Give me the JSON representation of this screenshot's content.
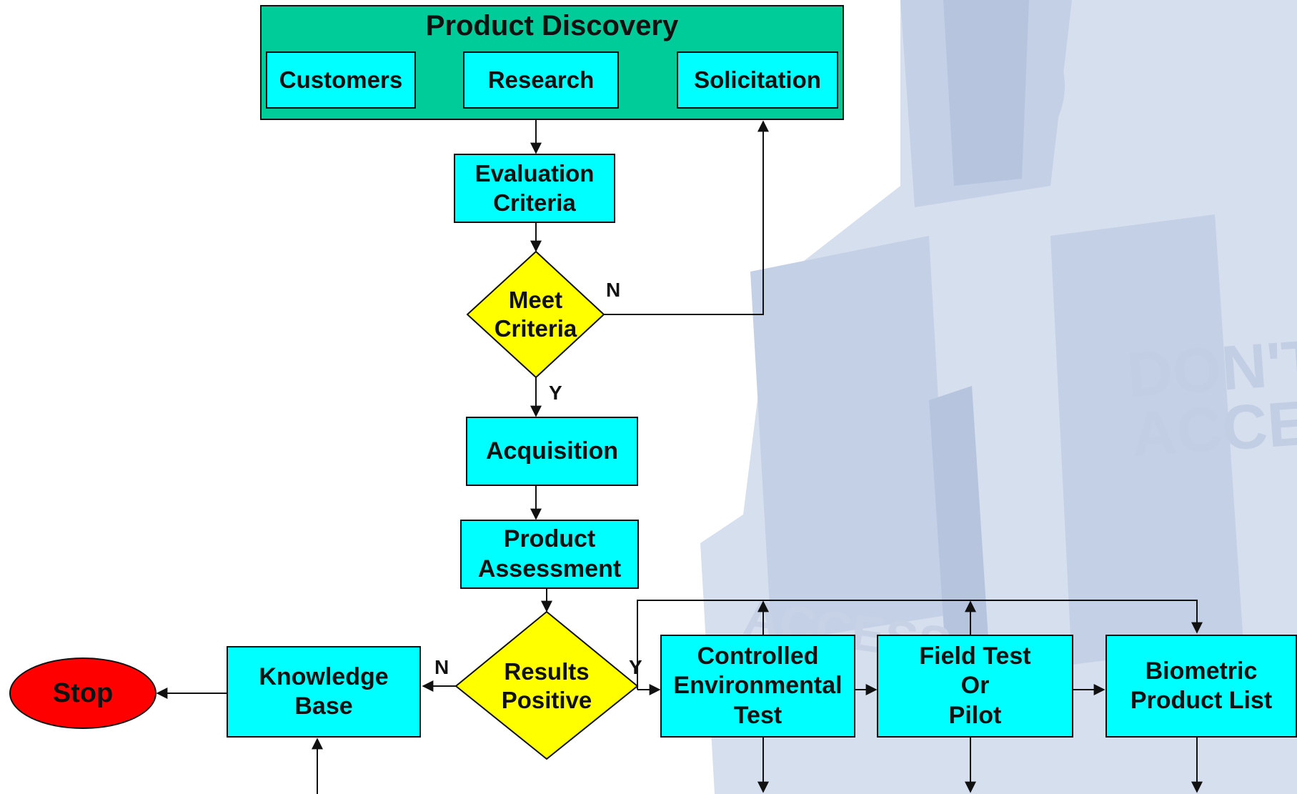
{
  "diagram": {
    "discovery": {
      "title": "Product Discovery",
      "children": [
        "Customers",
        "Research",
        "Solicitation"
      ]
    },
    "nodes": {
      "evaluation": "Evaluation\nCriteria",
      "meet_criteria": "Meet\nCriteria",
      "acquisition": "Acquisition",
      "product_assessment": "Product\nAssessment",
      "results_positive": "Results\nPositive",
      "knowledge_base": "Knowledge\nBase",
      "stop": "Stop",
      "controlled_test": "Controlled\nEnvironmental\nTest",
      "field_test": "Field Test\nOr\nPilot",
      "biometric_list": "Biometric\nProduct List"
    },
    "edge_labels": {
      "meet_no": "N",
      "meet_yes": "Y",
      "results_no": "N",
      "results_yes": "Y"
    },
    "colors": {
      "panel": "#00cc99",
      "box": "#00ffff",
      "decision": "#ffff00",
      "terminal": "#ff0000",
      "watermark": "#c2cee4"
    }
  },
  "background": {
    "watermark_text": [
      "DON'T",
      "ACCESS"
    ],
    "watermark_text_lower": "ACCESS"
  }
}
